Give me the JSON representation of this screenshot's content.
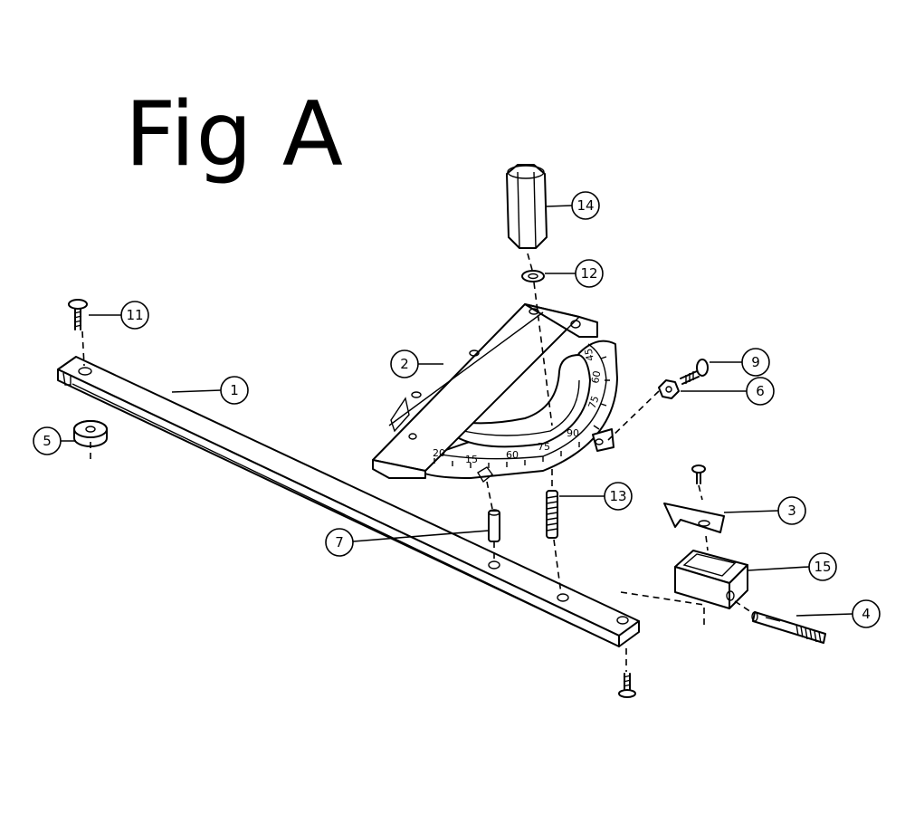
{
  "figure": {
    "title": "Fig A"
  },
  "scale_labels": [
    "20",
    "15",
    "60",
    "75",
    "90",
    "75",
    "60",
    "45"
  ],
  "callouts": [
    {
      "id": "1",
      "label": "1"
    },
    {
      "id": "2",
      "label": "2"
    },
    {
      "id": "3",
      "label": "3"
    },
    {
      "id": "4",
      "label": "4"
    },
    {
      "id": "5",
      "label": "5"
    },
    {
      "id": "6",
      "label": "6"
    },
    {
      "id": "7",
      "label": "7"
    },
    {
      "id": "9",
      "label": "9"
    },
    {
      "id": "11",
      "label": "11"
    },
    {
      "id": "12",
      "label": "12"
    },
    {
      "id": "13",
      "label": "13"
    },
    {
      "id": "14",
      "label": "14"
    },
    {
      "id": "15",
      "label": "15"
    }
  ]
}
